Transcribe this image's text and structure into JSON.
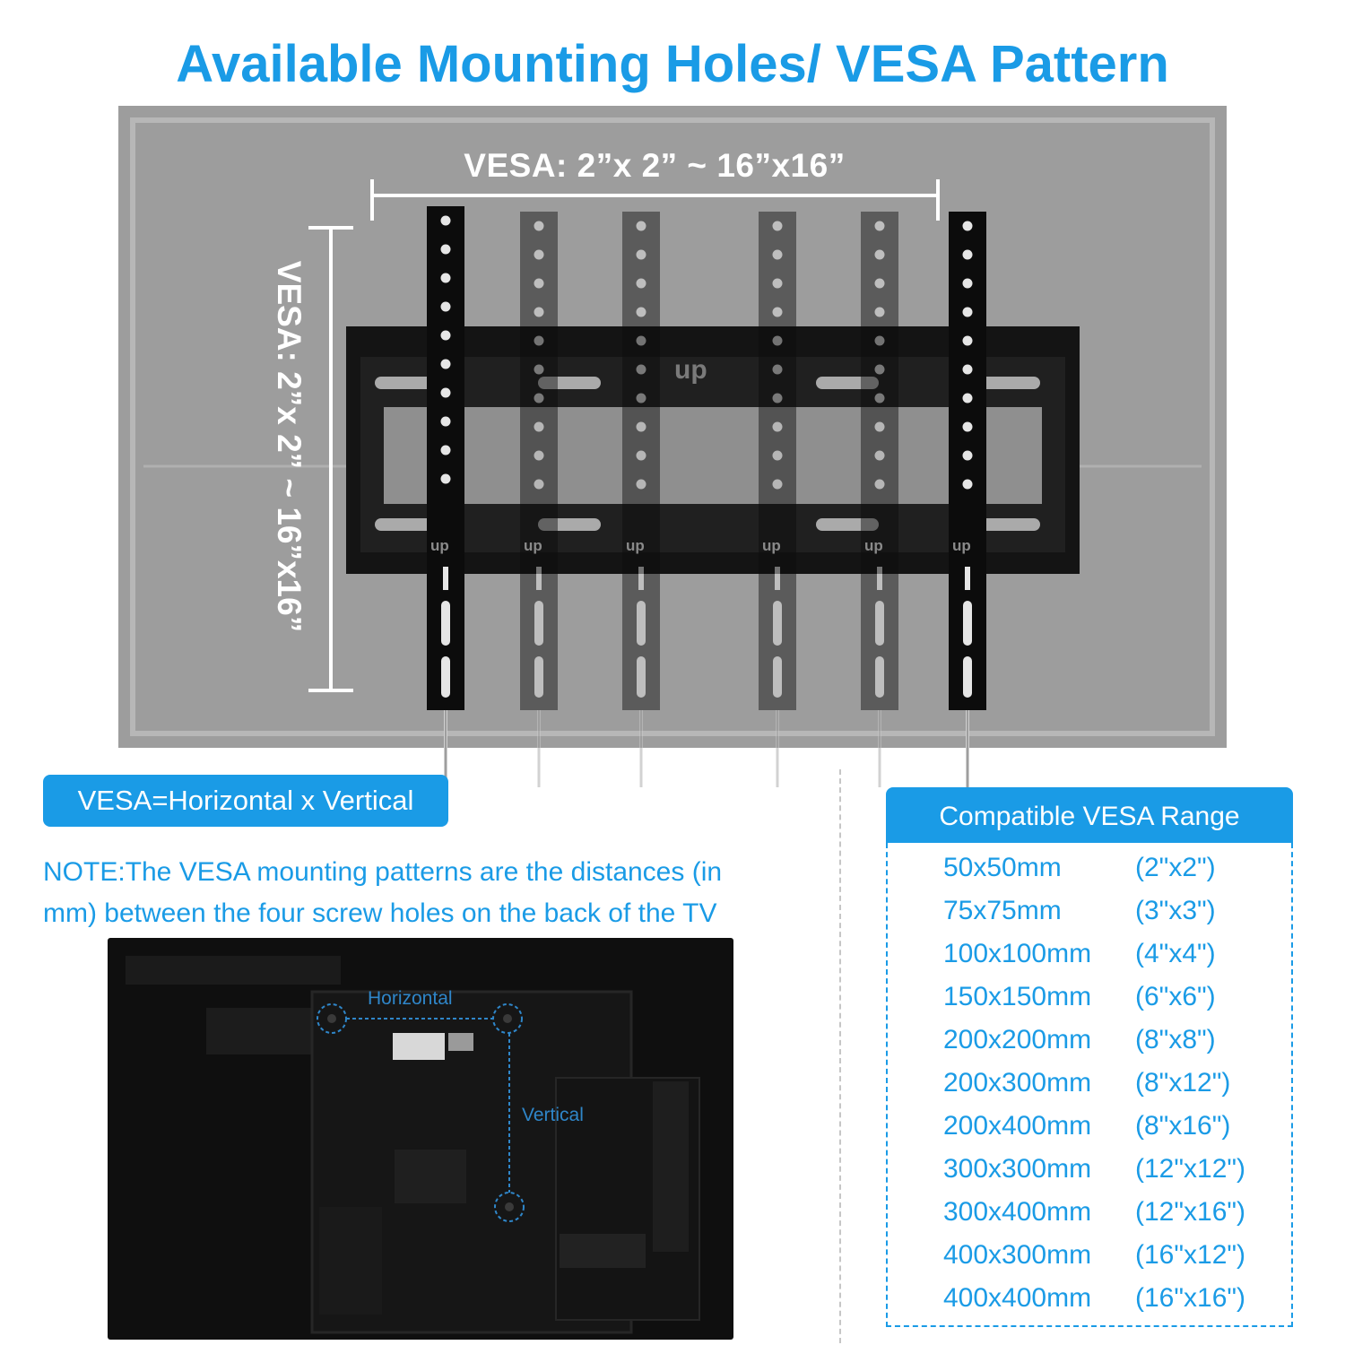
{
  "title": "Available Mounting Holes/ VESA Pattern",
  "diagram": {
    "horizontal_label": "VESA: 2”x 2” ~ 16”x16”",
    "vertical_label": "VESA: 2”x 2” ~ 16”x16”",
    "up_mark": "up",
    "bracket_up_mark": "up"
  },
  "formula_label": "VESA=Horizontal x Vertical",
  "note_line1": "NOTE:The VESA mounting patterns are the distances (in",
  "note_line2": "mm) between the four screw holes on the back of the TV",
  "tv_back": {
    "horizontal_label": "Horizontal",
    "vertical_label": "Vertical"
  },
  "range": {
    "header": "Compatible VESA Range",
    "items": [
      {
        "mm": "50x50mm",
        "inch": "(2\"x2\")"
      },
      {
        "mm": "75x75mm",
        "inch": "(3\"x3\")"
      },
      {
        "mm": "100x100mm",
        "inch": "(4\"x4\")"
      },
      {
        "mm": "150x150mm",
        "inch": "(6\"x6\")"
      },
      {
        "mm": "200x200mm",
        "inch": "(8\"x8\")"
      },
      {
        "mm": "200x300mm",
        "inch": "(8\"x12\")"
      },
      {
        "mm": "200x400mm",
        "inch": "(8\"x16\")"
      },
      {
        "mm": "300x300mm",
        "inch": "(12\"x12\")"
      },
      {
        "mm": "300x400mm",
        "inch": "(12\"x16\")"
      },
      {
        "mm": "400x300mm",
        "inch": "(16\"x12\")"
      },
      {
        "mm": "400x400mm",
        "inch": "(16\"x16\")"
      }
    ]
  },
  "colors": {
    "accent": "#1a9be6",
    "panel": "#9d9d9d",
    "bracket": "#111111"
  }
}
